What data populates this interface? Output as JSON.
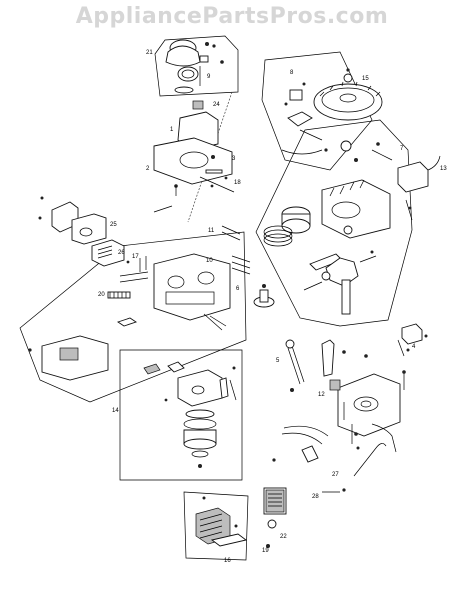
{
  "watermark": "AppliancePartsPros.com",
  "callouts": [
    "21",
    "9",
    "24",
    "1",
    "3",
    "2",
    "18",
    "8",
    "15",
    "7",
    "13",
    "25",
    "26",
    "11",
    "10",
    "17",
    "20",
    "6",
    "4",
    "5",
    "14",
    "16",
    "22",
    "27",
    "28",
    "12",
    "19"
  ]
}
